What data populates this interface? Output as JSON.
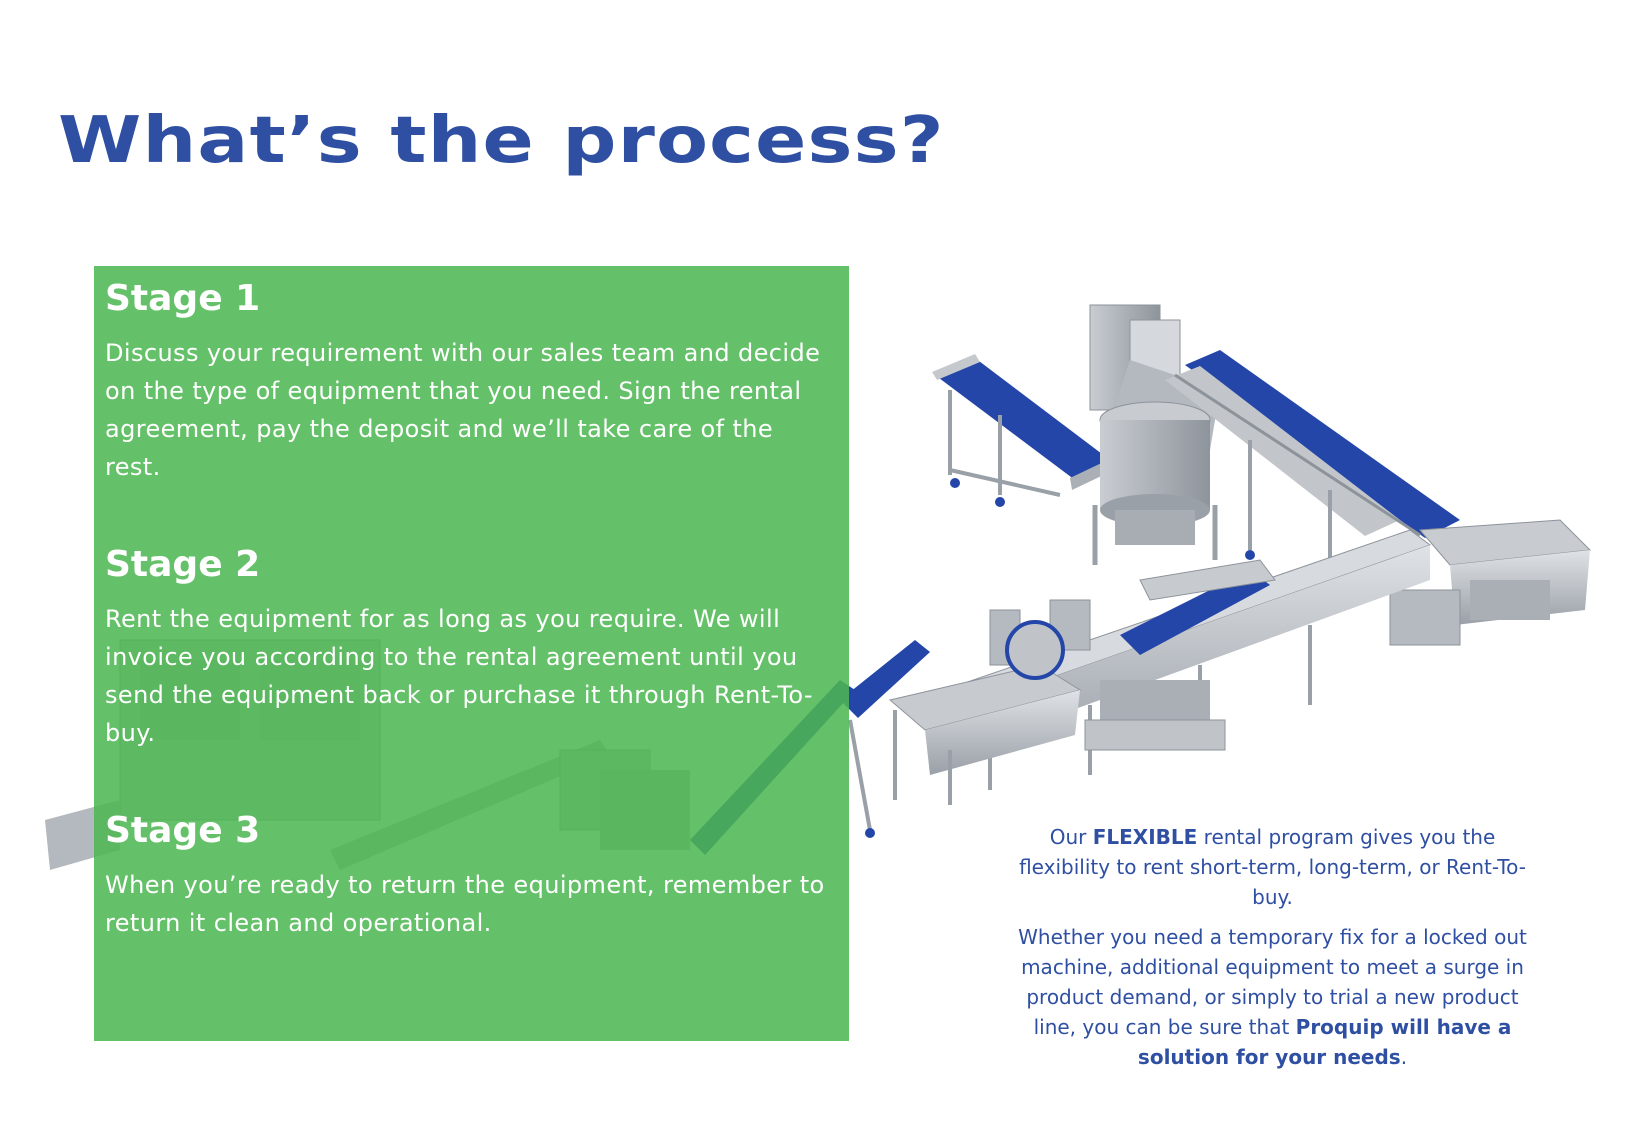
{
  "page": {
    "title": "What’s the process?"
  },
  "stages": [
    {
      "title": "Stage 1",
      "text": "Discuss your requirement with our sales team and decide on the type of equipment that you need. Sign the rental agreement, pay the deposit and we’ll take care of the rest."
    },
    {
      "title": "Stage 2",
      "text": "Rent the equipment for as long as you require. We will invoice you according to the rental agreement until you send the equipment back or purchase it through Rent-To-buy."
    },
    {
      "title": "Stage 3",
      "text": "When you’re ready to return the equipment, remember to return it clean and operational."
    }
  ],
  "info": {
    "p1_prefix": "Our ",
    "p1_bold": "FLEXIBLE",
    "p1_suffix": " rental program gives you the flexibility to rent short-term, long-term, or Rent-To-buy.",
    "p2_text": "Whether you need a temporary fix for a locked out machine, additional equipment to meet a surge in product demand, or simply to trial a new product line, you can be sure that ",
    "p2_bold": "Proquip will have a solution for your needs",
    "p2_end": "."
  },
  "colors": {
    "title_blue": "#2f4fa3",
    "panel_green": "#4cb750",
    "belt_blue": "#2346a8",
    "steel": "#b9bec4"
  },
  "image": {
    "icon": "processing-line-machinery-icon"
  }
}
